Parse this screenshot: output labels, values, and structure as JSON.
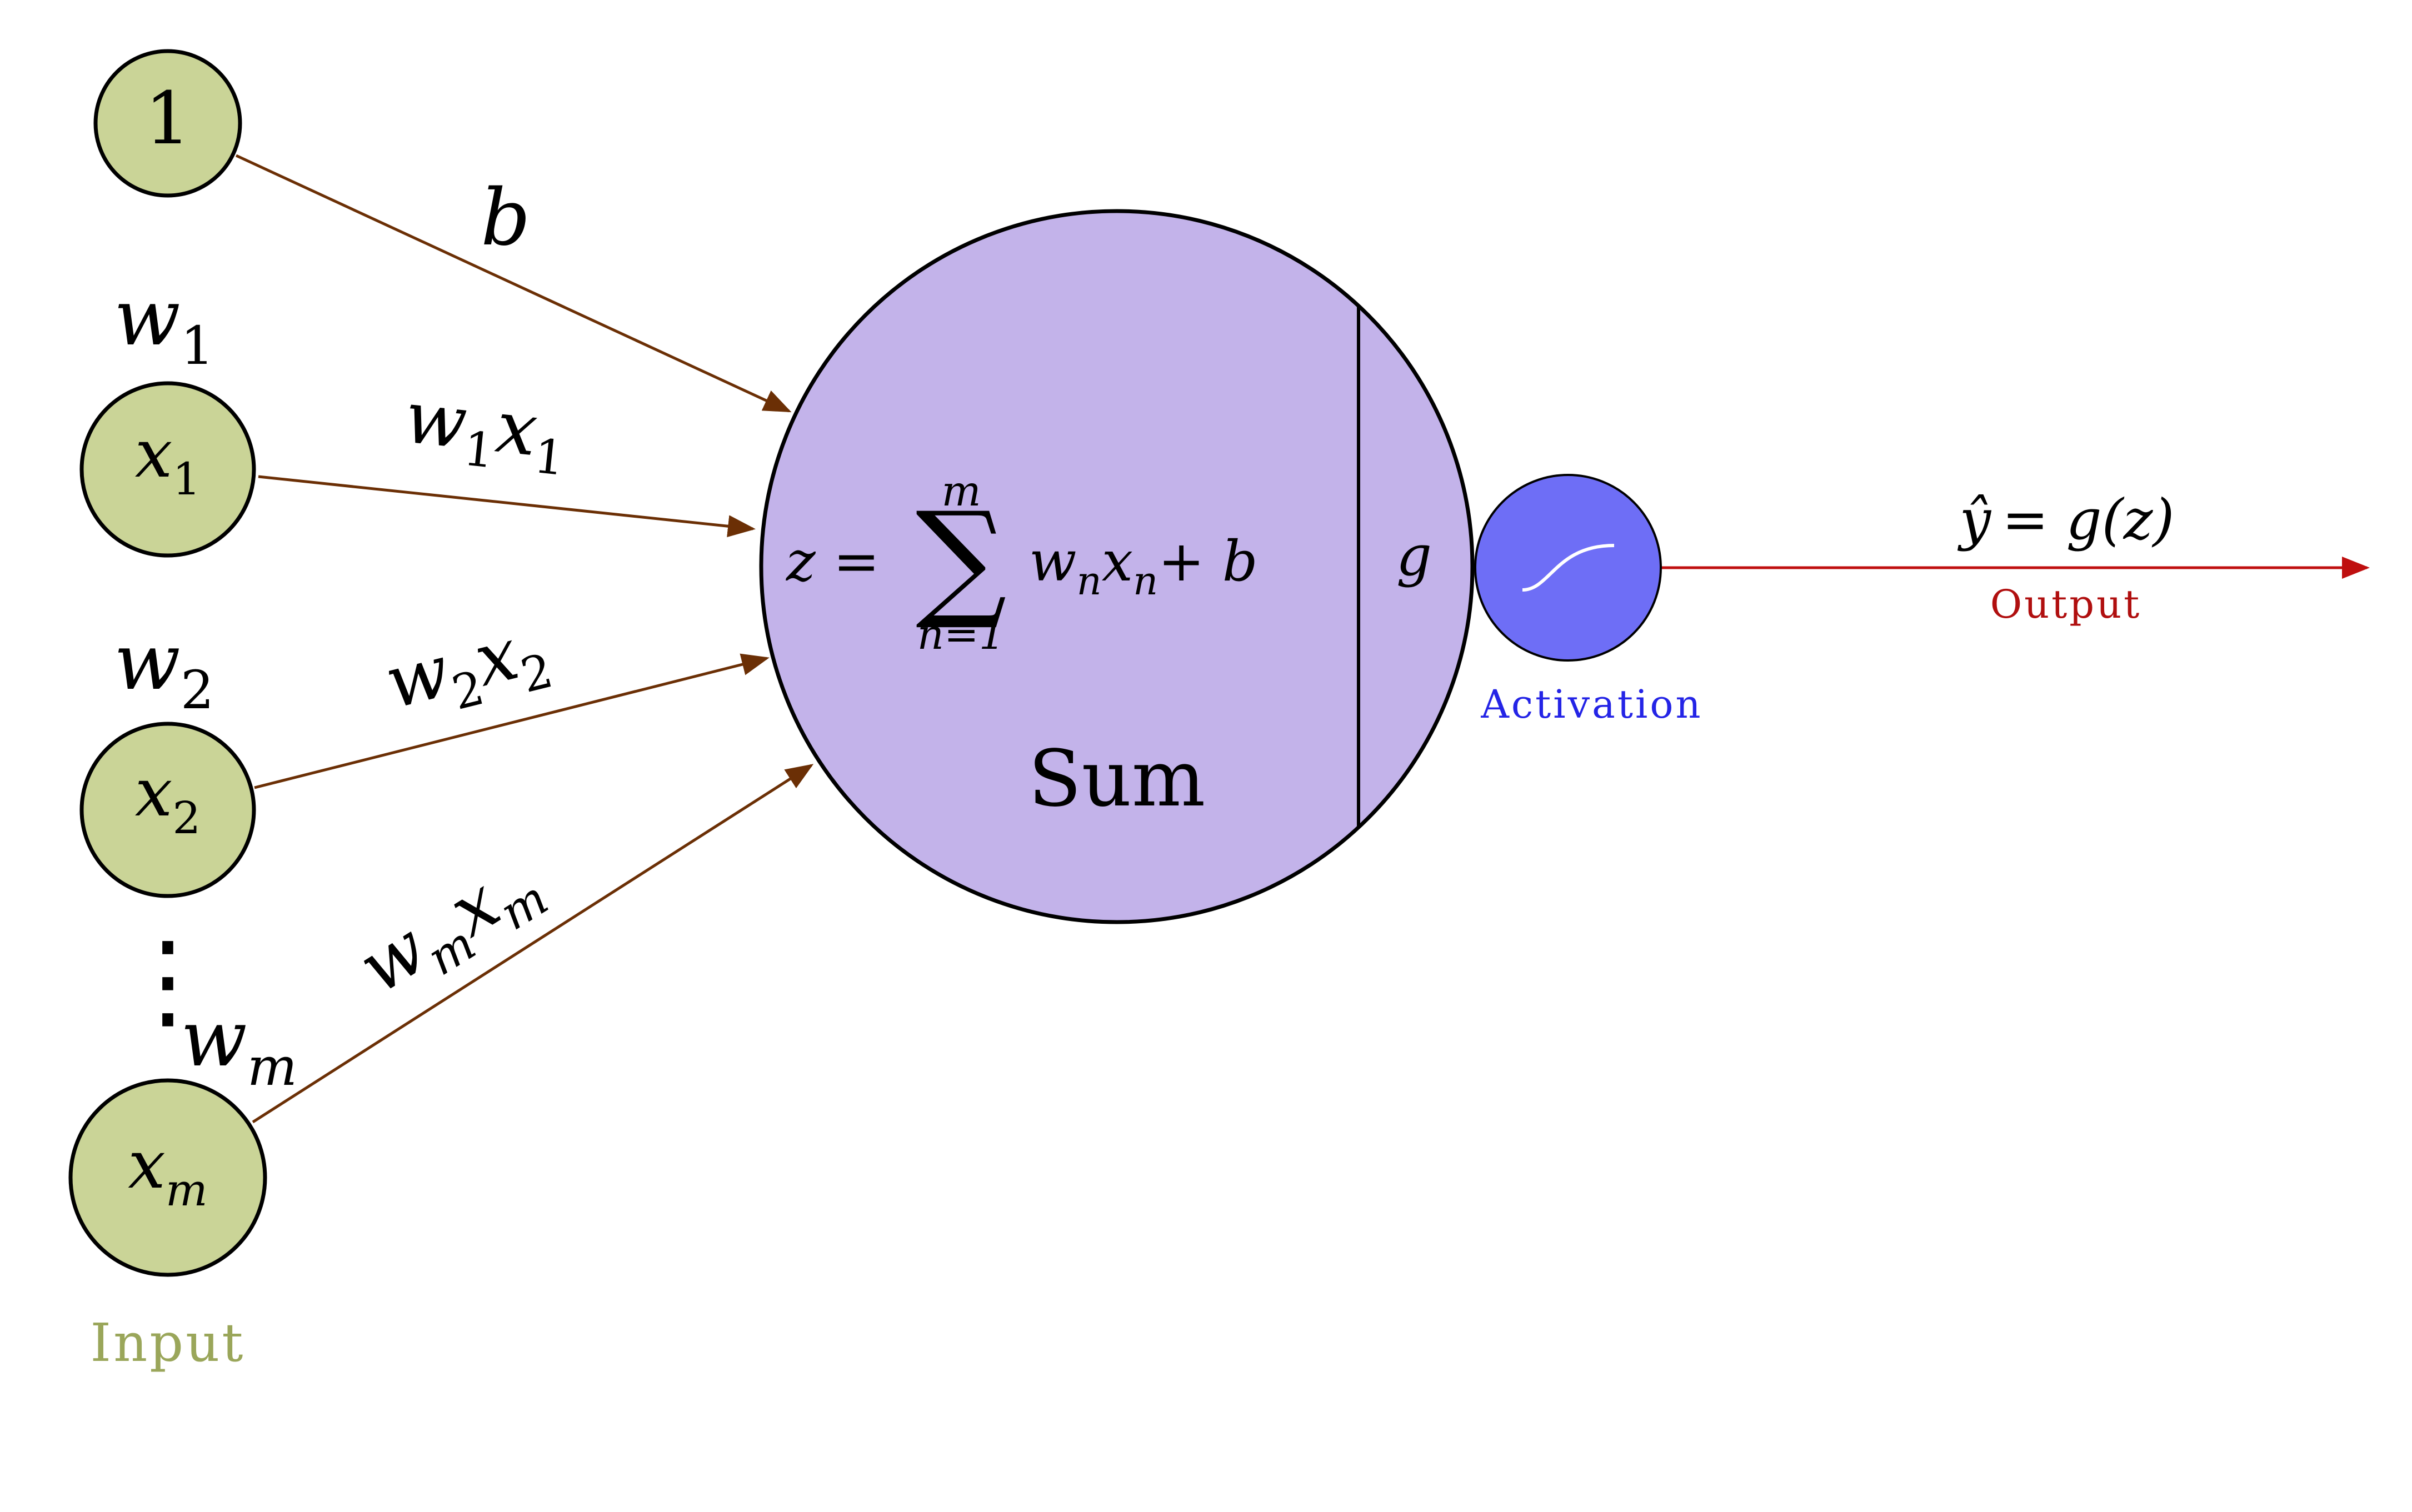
{
  "colors": {
    "input_node": "#cad497",
    "sum_node": "#c3b3ea",
    "activation_node": "#6e6ef6",
    "edge": "#6b2f05",
    "output_edge": "#bf0f0f",
    "input_caption": "#9aa65a",
    "activation_caption": "#2424e6",
    "output_caption": "#b00f0f"
  },
  "nodes": {
    "bias": "1",
    "x1": {
      "base": "x",
      "sub": "1"
    },
    "x2": {
      "base": "x",
      "sub": "2"
    },
    "xm": {
      "base": "x",
      "sub": "m"
    }
  },
  "weights": {
    "w1": {
      "base": "w",
      "sub": "1"
    },
    "w2": {
      "base": "w",
      "sub": "2"
    },
    "wm": {
      "base": "w",
      "sub": "m"
    }
  },
  "edge_labels": {
    "bias": "b",
    "e1": {
      "w": "w",
      "ws": "1",
      "x": "x",
      "xs": "1"
    },
    "e2": {
      "w": "w",
      "ws": "2",
      "x": "x",
      "xs": "2"
    },
    "em": {
      "w": "w",
      "ws": "m",
      "x": "x",
      "xs": "m"
    }
  },
  "sum_node": {
    "formula_lhs": "z =",
    "sigma": "∑",
    "sigma_upper": "m",
    "sigma_lower": "n=1",
    "term_w": "w",
    "term_w_sub": "n",
    "term_x": "x",
    "term_x_sub": "n",
    "term_tail": "+ b",
    "label": "Sum",
    "activation_symbol": "g"
  },
  "output": {
    "formula_y": "ŷ",
    "formula_rest": "= g(z)"
  },
  "ellipsis": "⋮",
  "captions": {
    "input": "Input",
    "activation": "Activation",
    "output": "Output"
  }
}
